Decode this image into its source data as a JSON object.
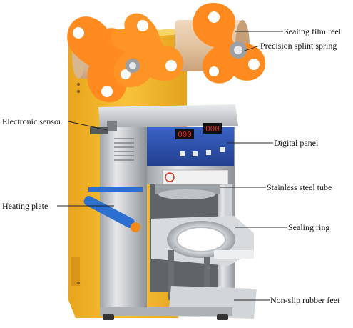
{
  "panel": {
    "display_left": "000",
    "display_right": "000"
  },
  "callouts": [
    {
      "id": "sealing-film-reel",
      "label": "Sealing film reel"
    },
    {
      "id": "precision-splint-spring",
      "label": "Precision splint spring"
    },
    {
      "id": "electronic-sensor",
      "label": "Electronic sensor"
    },
    {
      "id": "digital-panel",
      "label": "Digital panel"
    },
    {
      "id": "stainless-steel-tube",
      "label": "Stainless steel tube"
    },
    {
      "id": "heating-plate",
      "label": "Heating plate"
    },
    {
      "id": "sealing-ring",
      "label": "Sealing ring"
    },
    {
      "id": "non-slip-rubber-feet",
      "label": "Non-slip rubber feet"
    }
  ],
  "colors": {
    "orange": "#ff8a1f",
    "yellow": "#f3b72b",
    "steel": "#c9cdd1",
    "panel_blue": "#2f56b8",
    "display_red": "#e0261b"
  }
}
